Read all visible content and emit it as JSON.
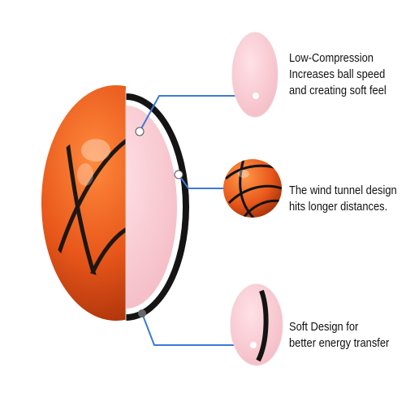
{
  "callouts": [
    {
      "lines": [
        "Low-Compression",
        "Increases ball speed",
        "and creating soft feel"
      ]
    },
    {
      "lines": [
        "The wind tunnel design",
        "hits longer distances."
      ]
    },
    {
      "lines": [
        "Soft Design for",
        "better energy transfer"
      ]
    }
  ],
  "colors": {
    "ball_orange": "#e8571a",
    "seam_black": "#141414",
    "core_pink": "#f6c5cc",
    "pointer_blue": "#3a7bd5"
  }
}
